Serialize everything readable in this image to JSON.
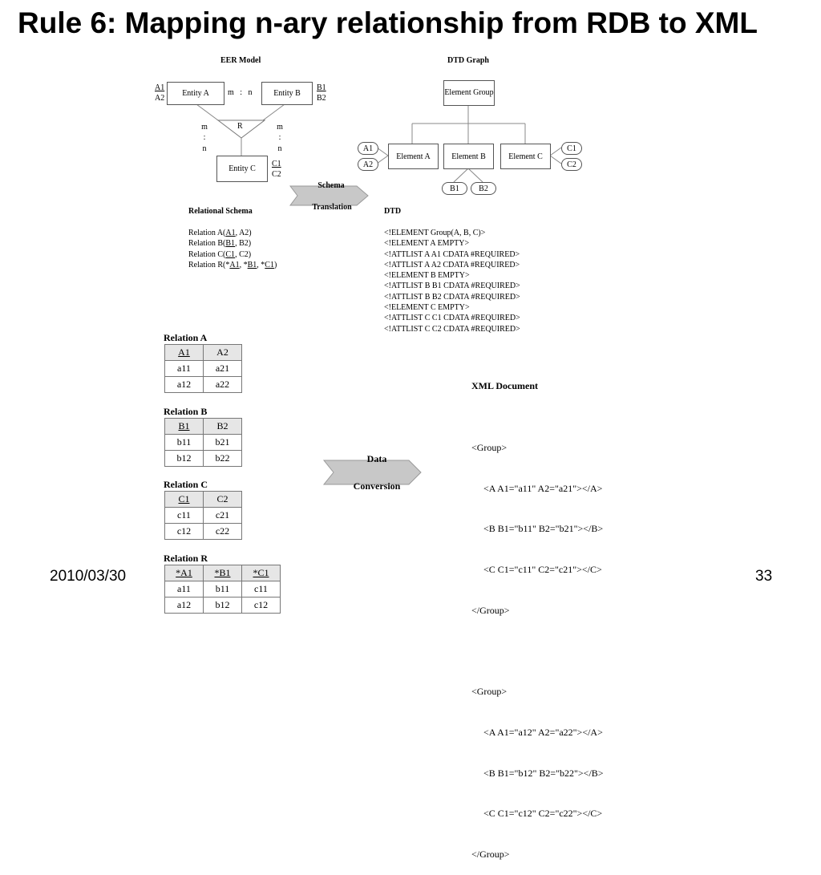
{
  "slide": {
    "title": "Rule 6: Mapping n-ary relationship from RDB to XML",
    "date": "2010/03/30",
    "page_number": "33"
  },
  "eer": {
    "title": "EER Model",
    "entity_a": "Entity A",
    "entity_b": "Entity B",
    "entity_c": "Entity C",
    "relationship": "R",
    "ab_card": "m   :   n",
    "card_left": [
      "m",
      ":",
      "n"
    ],
    "card_right": [
      "m",
      ":",
      "n"
    ],
    "a_attrs": [
      "A1",
      "A2"
    ],
    "b_attrs": [
      "B1",
      "B2"
    ],
    "c_attrs": [
      "C1",
      "C2"
    ]
  },
  "dtd_graph": {
    "title": "DTD Graph",
    "group": "Element Group",
    "element_a": "Element A",
    "element_b": "Element B",
    "element_c": "Element C",
    "a_attrs": [
      "A1",
      "A2"
    ],
    "b_attrs": [
      "B1",
      "B2"
    ],
    "c_attrs": [
      "C1",
      "C2"
    ]
  },
  "schema_arrow": {
    "line1": "Schema",
    "line2": "Translation"
  },
  "relational_schema": {
    "title": "Relational Schema",
    "relations": [
      {
        "pre": "Relation A(",
        "key": "A1",
        "post": ", A2)"
      },
      {
        "pre": "Relation B(",
        "key": "B1",
        "post": ", B2)"
      },
      {
        "pre": "Relation C(",
        "key": "C1",
        "post": ", C2)"
      }
    ],
    "relation_r": {
      "pre": "Relation R(*",
      "k1": "A1",
      "sep1": ", *",
      "k2": "B1",
      "sep2": ", *",
      "k3": "C1",
      "post": ")"
    }
  },
  "dtd": {
    "title": "DTD",
    "lines": [
      "<!ELEMENT Group(A, B, C)>",
      "<!ELEMENT A EMPTY>",
      "<!ATTLIST A A1 CDATA #REQUIRED>",
      "<!ATTLIST A A2 CDATA #REQUIRED>",
      "<!ELEMENT B EMPTY>",
      "<!ATTLIST B B1 CDATA #REQUIRED>",
      "<!ATTLIST B B2 CDATA #REQUIRED>",
      "<!ELEMENT C EMPTY>",
      "<!ATTLIST C C1 CDATA #REQUIRED>",
      "<!ATTLIST C C2 CDATA #REQUIRED>"
    ]
  },
  "tables": {
    "a": {
      "title": "Relation A",
      "headers": [
        "A1",
        "A2"
      ],
      "rows": [
        [
          "a11",
          "a21"
        ],
        [
          "a12",
          "a22"
        ]
      ]
    },
    "b": {
      "title": "Relation B",
      "headers": [
        "B1",
        "B2"
      ],
      "rows": [
        [
          "b11",
          "b21"
        ],
        [
          "b12",
          "b22"
        ]
      ]
    },
    "c": {
      "title": "Relation C",
      "headers": [
        "C1",
        "C2"
      ],
      "rows": [
        [
          "c11",
          "c21"
        ],
        [
          "c12",
          "c22"
        ]
      ]
    },
    "r": {
      "title": "Relation R",
      "headers": [
        "*A1",
        "*B1",
        "*C1"
      ],
      "rows": [
        [
          "a11",
          "b11",
          "c11"
        ],
        [
          "a12",
          "b12",
          "c12"
        ]
      ]
    }
  },
  "data_arrow": {
    "line1": "Data",
    "line2": "Conversion"
  },
  "xml": {
    "title": "XML Document",
    "lines": [
      "<Group>",
      "     <A A1=\"a11\" A2=\"a21\"></A>",
      "     <B B1=\"b11\" B2=\"b21\"></B>",
      "     <C C1=\"c11\" C2=\"c21\"></C>",
      "</Group>",
      "",
      "<Group>",
      "     <A A1=\"a12\" A2=\"a22\"></A>",
      "     <B B1=\"b12\" B2=\"b22\"></B>",
      "     <C C1=\"c12\" C2=\"c22\"></C>",
      "</Group>"
    ]
  }
}
